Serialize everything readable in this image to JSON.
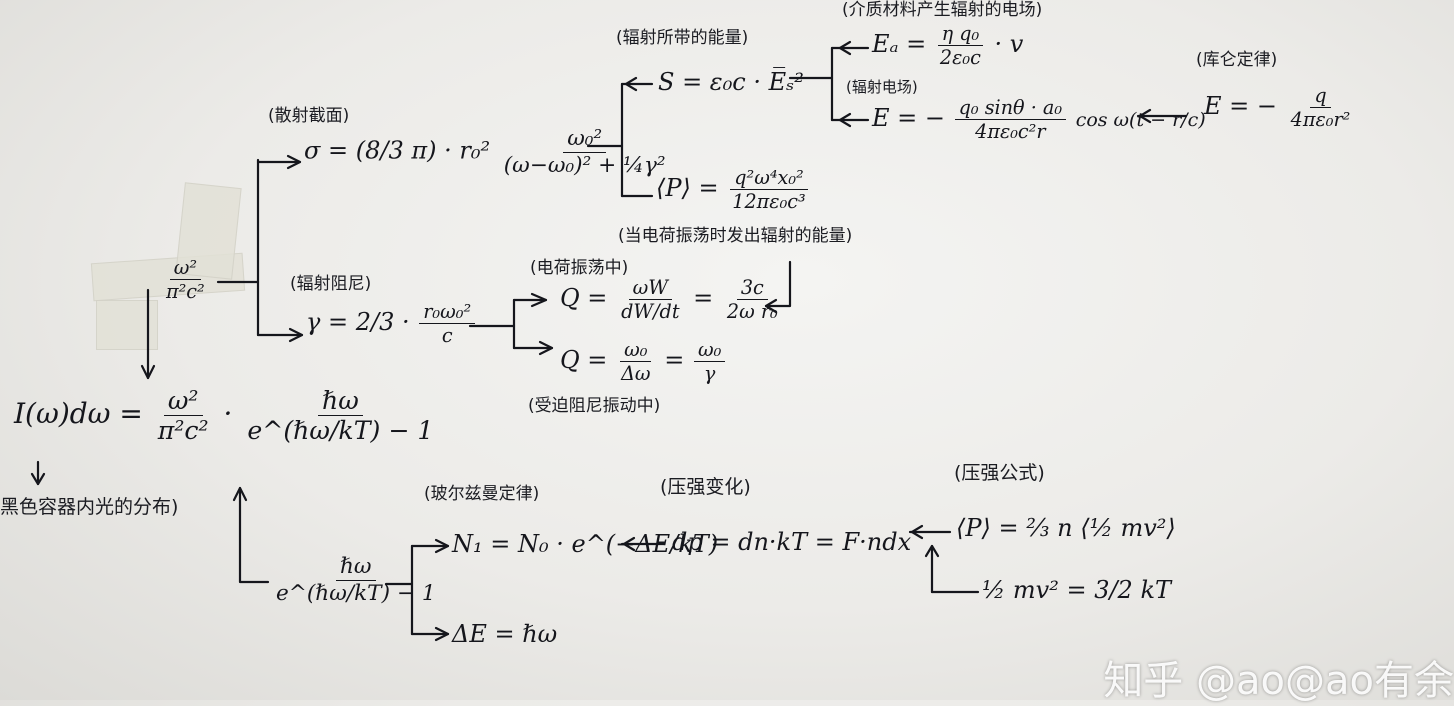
{
  "notes": {
    "scattering_cross_section": "(散射截面)",
    "radiation_energy": "(辐射所带的能量)",
    "medium_material_field": "(介质材料产生辐射的电场)",
    "radiated_field": "(辐射电场)",
    "coulomb_law": "(库仑定律)",
    "charge_radiation_energy": "(当电荷振荡时发出辐射的能量)",
    "radiation_damping": "(辐射阻尼)",
    "charge_oscillation": "(电荷振荡中)",
    "damped_oscillation": "(受迫阻尼振动中)",
    "blackbody_distribution": "黑色容器内光的分布)",
    "boltzmann_law": "(玻尔兹曼定律)",
    "pressure_change": "(压强变化)",
    "pressure_formula": "(压强公式)"
  },
  "eq": {
    "sigma_lhs": "σ = (8/3 π) · r₀²",
    "sigma_num": "ω₀²",
    "sigma_den": "(ω−ω₀)² + ¼γ²",
    "s_energy": "S = ε₀c · E̅ₛ²",
    "ea_lhs": "Eₐ =",
    "ea_num": "η q₀",
    "ea_den": "2ε₀c",
    "ea_tail": "· v",
    "e_lhs": "E = −",
    "e_num": "q₀ sinθ · a₀",
    "e_den": "4πε₀c²r",
    "e_tail": "cos ω(t − r/c)",
    "coulomb_lhs": "E = −",
    "coulomb_num": "q",
    "coulomb_den": "4πε₀r²",
    "p_lhs": "⟨P⟩ =",
    "p_num": "q²ω⁴x₀²",
    "p_den": "12πε₀c³",
    "root_num": "ω²",
    "root_den": "π²c²",
    "gamma_lhs": "γ = ",
    "gamma_coef": "2/3 ·",
    "gamma_num": "r₀ω₀²",
    "gamma_den": "c",
    "q1_lhs": "Q =",
    "q1_num": "ωW",
    "q1_den": "dW/dt",
    "q1_mid": "=",
    "q1_num2": "3c",
    "q1_den2": "2ω r₀",
    "q2_lhs": "Q =",
    "q2_num": "ω₀",
    "q2_den": "Δω",
    "q2_mid": "=",
    "q2_num2": "ω₀",
    "q2_den2": "γ",
    "planck_lhs": "I(ω)dω =",
    "planck_num1": "ω²",
    "planck_den1": "π²c²",
    "planck_dot": "·",
    "planck_num2": "ℏω",
    "planck_den2": "e^(ℏω/kT) − 1",
    "mean_num": "ℏω",
    "mean_den": "e^(ℏω/kT) − 1",
    "boltz": "N₁ = N₀ · e^(−ΔE/kT)",
    "delta_e": "ΔE = ℏω",
    "dp": "dp = dn·kT = F·ndx",
    "pressure": "⟨P⟩ = ⅔ n ⟨½ mv²⟩",
    "equipartition": "½ mv² = 3/2 kT"
  },
  "watermark": "知乎 @ao@ao有余"
}
